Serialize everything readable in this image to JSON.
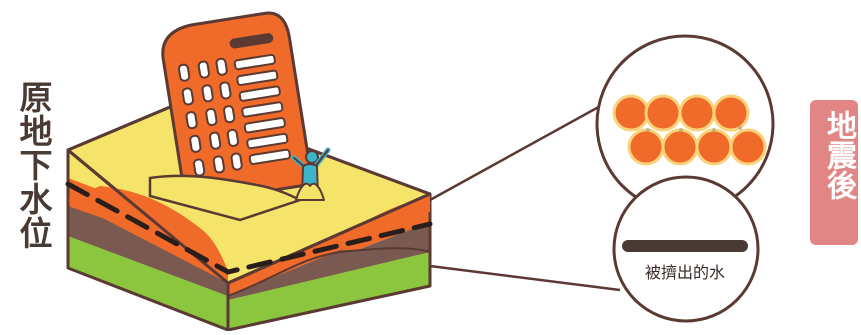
{
  "diagram": {
    "side_label": "原地下水位",
    "badge_label": "地震後",
    "zoom_caption": "被擠出的水"
  },
  "colors": {
    "outline": "#5a3a32",
    "sand_yellow": "#f6e36a",
    "orange_layer": "#f06a2a",
    "brown_layer": "#7a5a50",
    "green_layer": "#8cc63e",
    "building": "#f06a2a",
    "grain_orange": "#f06a2a",
    "grain_highlight": "#f8d37a",
    "person": "#3ab5c9",
    "badge": "#e28585"
  }
}
